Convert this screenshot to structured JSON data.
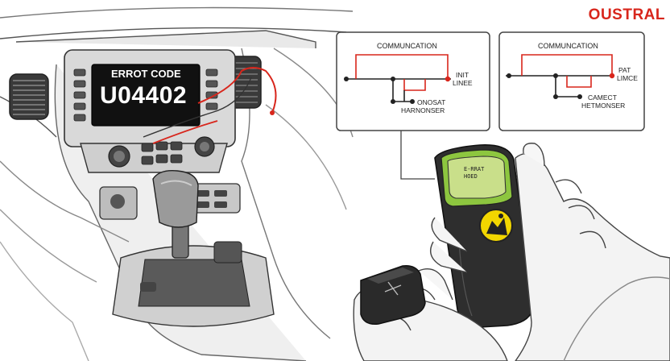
{
  "brand": {
    "logo_text": "OUSTRAL",
    "color": "#d8261c"
  },
  "display": {
    "heading": "ERROT CODE",
    "code": "U04402",
    "background": "#111111"
  },
  "diagram_left": {
    "title": "COMMUNCATION",
    "label_top_1": "INIT",
    "label_top_2": "LINEE",
    "label_bottom_1": "ONOSAT",
    "label_bottom_2": "HARNONSER",
    "wire_color": "#d8261c"
  },
  "diagram_right": {
    "title": "COMMUNCATION",
    "label_top_1": "PAT",
    "label_top_2": "LIMCE",
    "label_bottom_1": "CAMECT",
    "label_bottom_2": "HETMONSER",
    "wire_color": "#d8261c"
  },
  "scanner": {
    "screen_line_1": "E-RRAT",
    "screen_line_2": "HOED",
    "screen_color": "#c9df8a",
    "accent_color": "#8dc63f",
    "badge_color": "#f2d600"
  },
  "icons": [
    "air-vent-icon",
    "hazard-badge-icon",
    "connector-plug-icon"
  ]
}
